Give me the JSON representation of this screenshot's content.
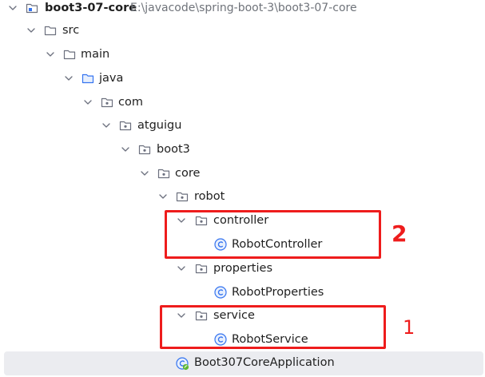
{
  "colors": {
    "folder_outline": "#6c707e",
    "source_folder": "#3574f0",
    "class_icon": "#3574f0",
    "annotation_red": "#ee1c1c",
    "path_text": "#6f737a",
    "selected_row_bg": "#ebecf0"
  },
  "tree": {
    "project": {
      "name": "boot3-07-core",
      "path": "E:\\javacode\\spring-boot-3\\boot3-07-core",
      "icon": "module-folder-icon"
    },
    "rows": {
      "src": {
        "label": "src",
        "icon": "folder-icon"
      },
      "main": {
        "label": "main",
        "icon": "folder-icon"
      },
      "java": {
        "label": "java",
        "icon": "source-folder-icon"
      },
      "com": {
        "label": "com",
        "icon": "package-icon"
      },
      "atguigu": {
        "label": "atguigu",
        "icon": "package-icon"
      },
      "boot3": {
        "label": "boot3",
        "icon": "package-icon"
      },
      "core": {
        "label": "core",
        "icon": "package-icon"
      },
      "robot": {
        "label": "robot",
        "icon": "package-icon"
      },
      "controller": {
        "label": "controller",
        "icon": "package-icon"
      },
      "robot_controller": {
        "label": "RobotController",
        "icon": "class-icon"
      },
      "properties": {
        "label": "properties",
        "icon": "package-icon"
      },
      "robot_properties": {
        "label": "RobotProperties",
        "icon": "class-icon"
      },
      "service": {
        "label": "service",
        "icon": "package-icon"
      },
      "robot_service": {
        "label": "RobotService",
        "icon": "class-icon"
      },
      "application": {
        "label": "Boot307CoreApplication",
        "icon": "spring-boot-class-icon",
        "selected": true
      }
    }
  },
  "annotations": {
    "box_controller_number": "2",
    "box_service_number": "1"
  }
}
